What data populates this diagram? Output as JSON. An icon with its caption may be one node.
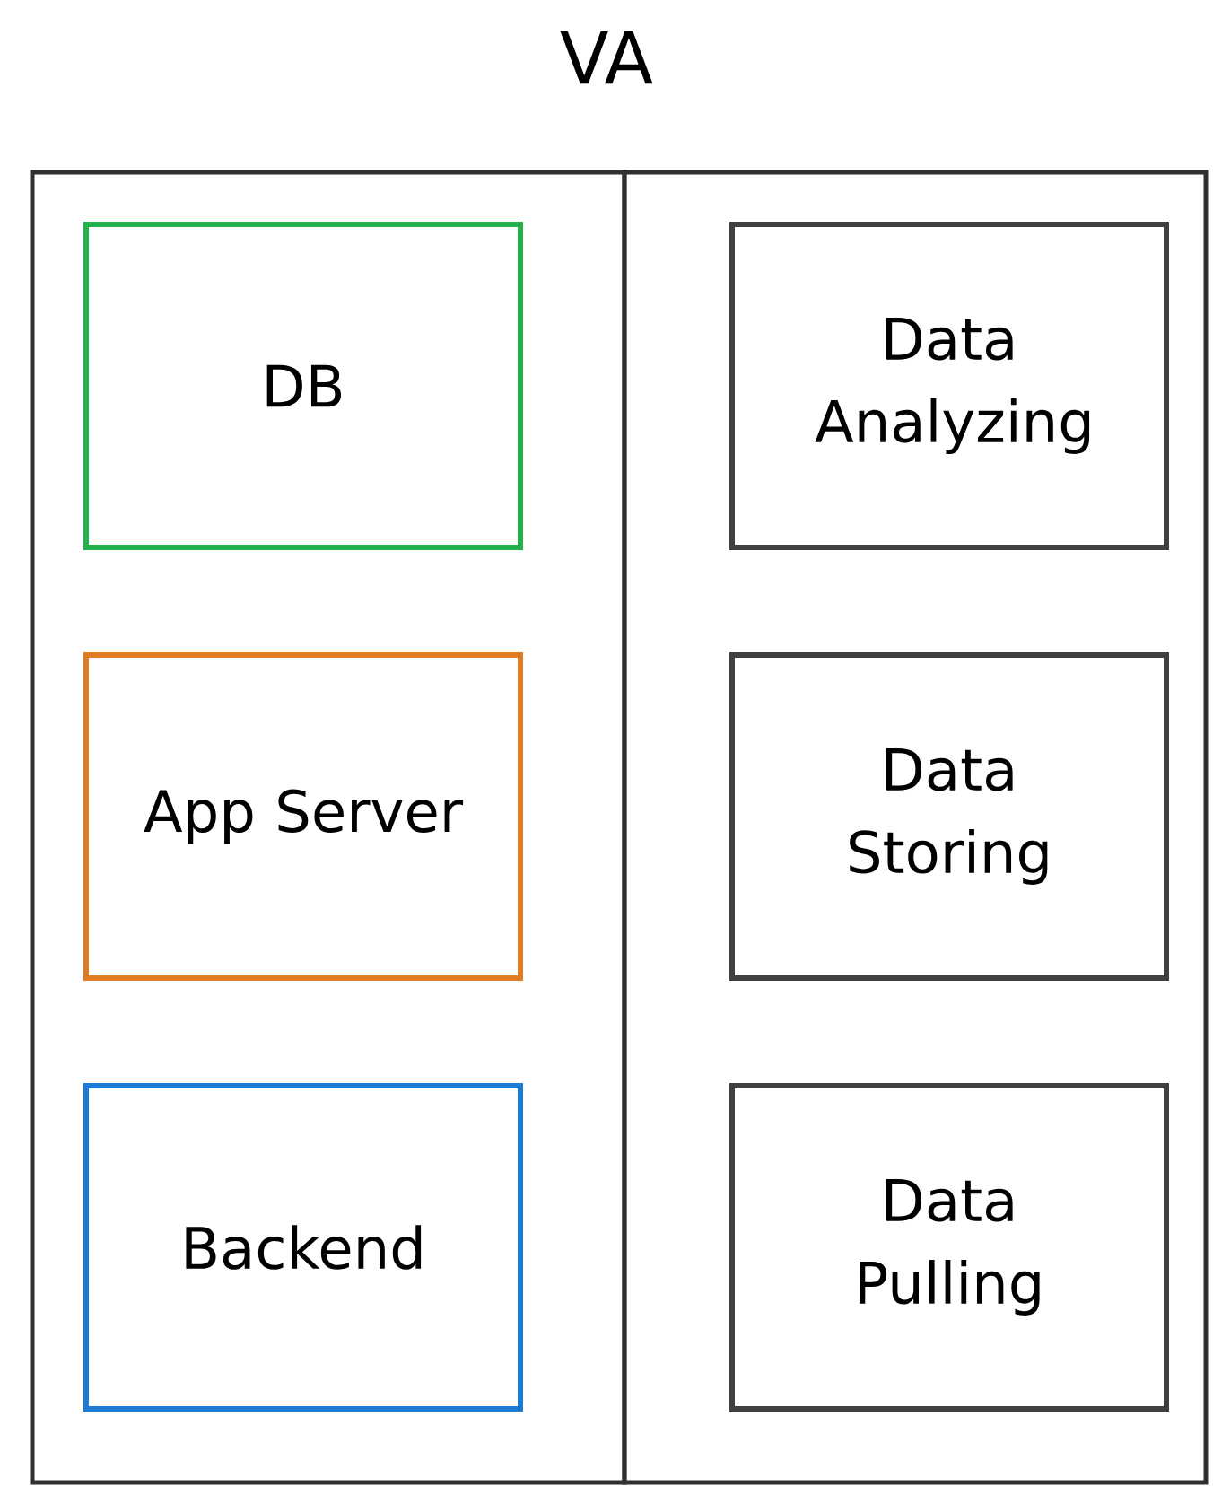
{
  "diagram": {
    "title": "VA",
    "nodes": [
      {
        "text": [],
        "shape": "box"
      },
      {
        "text": [
          "DB"
        ],
        "in": 0
      },
      {
        "text": [
          "App Server"
        ],
        "in": 0
      },
      {
        "text": [
          "Backend"
        ],
        "in": 0
      },
      {
        "text": [],
        "shape": "box"
      },
      {
        "text": [
          "Data Analyzing"
        ],
        "in": 4
      },
      {
        "text": [
          "Data Storing"
        ],
        "in": 4
      },
      {
        "text": [
          "Data Pulling"
        ],
        "in": 4
      }
    ],
    "edges": []
  }
}
